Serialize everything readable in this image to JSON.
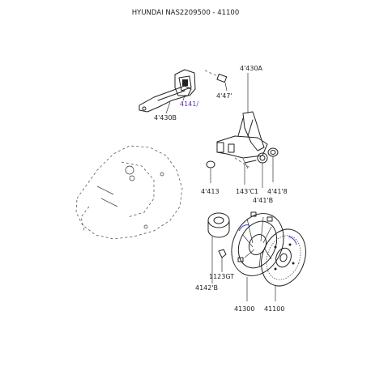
{
  "title": "HYUNDAI NAS2209500 - 41100",
  "labels": {
    "p41417": "4141/",
    "p41430B": "4'430B",
    "p41471": "4'47'",
    "p41430A": "4'430A",
    "p41413": "4'413",
    "p41310": "143'C1",
    "p41418": "4'41'8",
    "p41418B": "4'41'B",
    "p1123GT": "1123GT",
    "p41421B": "4142'B",
    "p41300": "41300",
    "p41100": "41100"
  },
  "colors": {
    "line": "#222222",
    "highlight": "#5b2db3",
    "accent_blue": "#3a44d8"
  }
}
